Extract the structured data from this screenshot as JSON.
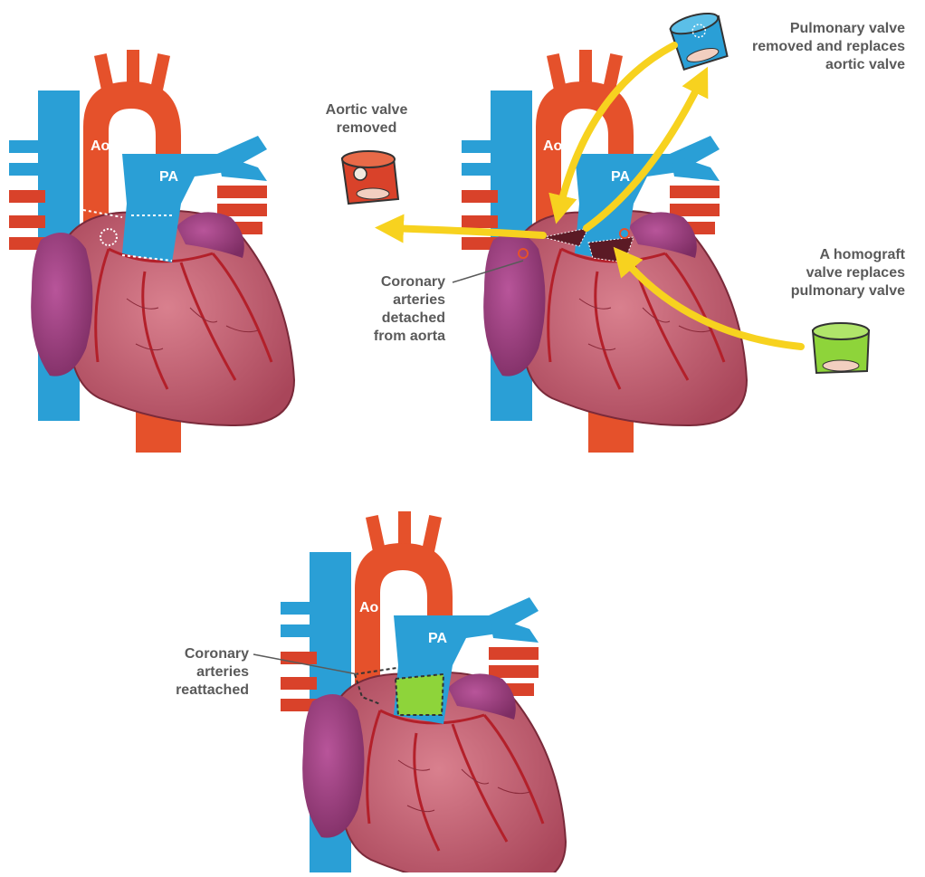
{
  "panels": [
    {
      "id": "before",
      "ao_label": "Ao",
      "pa_label": "PA"
    },
    {
      "id": "during",
      "ao_label": "Ao",
      "pa_label": "PA"
    },
    {
      "id": "after",
      "ao_label": "Ao",
      "pa_label": "PA"
    }
  ],
  "callouts": {
    "aortic_removed": [
      "Aortic valve",
      "removed"
    ],
    "pulmonary_removed": [
      "Pulmonary valve",
      "removed and replaces",
      "aortic valve"
    ],
    "homograft": [
      "A homograft",
      "valve replaces",
      "pulmonary valve"
    ],
    "coronary_detached": [
      "Coronary",
      "arteries",
      "detached",
      "from aorta"
    ],
    "coronary_reattached": [
      "Coronary",
      "arteries",
      "reattached"
    ]
  },
  "colors": {
    "aorta": "#e5512b",
    "pulmonary": "#2a9fd6",
    "heart": "#c45a6c",
    "atrium": "#9a3a78",
    "arrow": "#f7d21f",
    "homograft": "#8ed43a",
    "label_text": "#5a5a5a"
  },
  "icons": [
    "heart-diagram",
    "aortic-valve-icon",
    "pulmonary-valve-icon",
    "homograft-valve-icon",
    "arrow-icon"
  ]
}
